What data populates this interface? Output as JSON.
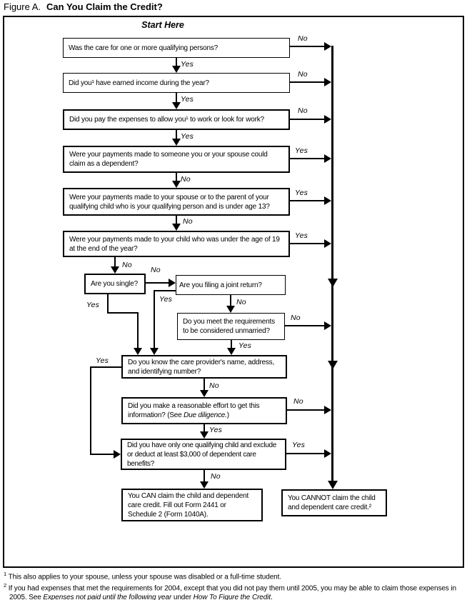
{
  "figure": {
    "label": "Figure A.",
    "title": "Can You Claim the Credit?"
  },
  "start_here": "Start Here",
  "labels": {
    "yes": "Yes",
    "no": "No"
  },
  "nodes": {
    "q1": "Was the care for one or more qualifying persons?",
    "q2": "Did you¹ have earned income during the year?",
    "q3": "Did you pay the expenses to allow you¹ to work or look for work?",
    "q4": "Were your payments made to someone you or your spouse could claim as a dependent?",
    "q5": "Were your payments made to your spouse or to the parent of your qualifying child who is your qualifying person and is under age 13?",
    "q6": "Were your payments made to your child who was under the age of 19 at the end of the year?",
    "q7": "Are you single?",
    "q8": "Are you filing a joint return?",
    "q9": "Do you meet the requirements to be considered unmarried?",
    "q10": "Do you know the care provider's name, address, and identifying number?",
    "q11": {
      "pre": "Did you make a reasonable effort to get this information? (See ",
      "italic": "Due diligence.",
      "post": ")"
    },
    "q12": "Did you have only one qualifying child and exclude or deduct at least $3,000 of dependent care benefits?",
    "result_can": "You CAN claim the child and dependent care credit. Fill out Form 2441 or Schedule 2 (Form 1040A).",
    "result_cannot": "You CANNOT claim the child and dependent care credit.²"
  },
  "footnotes": {
    "f1": {
      "marker": "1",
      "text": "This also applies to your spouse, unless your spouse was disabled or a full-time student."
    },
    "f2": {
      "marker": "2",
      "p1": "If you had expenses that met the requirements for 2004, except that you did not pay them until 2005, you may be able to claim those expenses in 2005. See ",
      "i1": "Expenses not paid until the following year",
      "p2": " under ",
      "i2": "How To Figure the Credit",
      "p3": "."
    }
  }
}
